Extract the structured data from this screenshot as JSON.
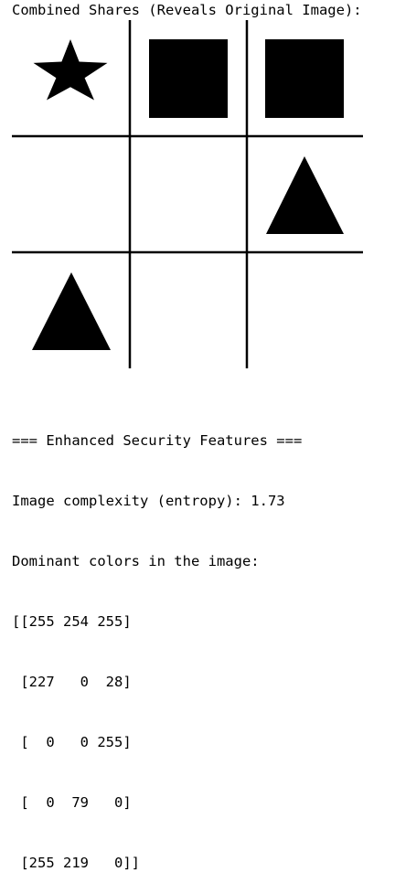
{
  "title": "Combined Shares (Reveals Original Image):",
  "grid": {
    "rows": 3,
    "cols": 3,
    "cells": [
      [
        "star",
        "square",
        "square"
      ],
      [
        "empty",
        "empty",
        "triangle"
      ],
      [
        "triangle",
        "empty",
        "empty"
      ]
    ]
  },
  "console": {
    "heading": "=== Enhanced Security Features ===",
    "entropy_line": "Image complexity (entropy): 1.73",
    "colors_label": "Dominant colors in the image:",
    "color_rows": [
      "[[255 254 255]",
      " [227   0  28]",
      " [  0   0 255]",
      " [  0  79   0]",
      " [255 219   0]]"
    ]
  }
}
